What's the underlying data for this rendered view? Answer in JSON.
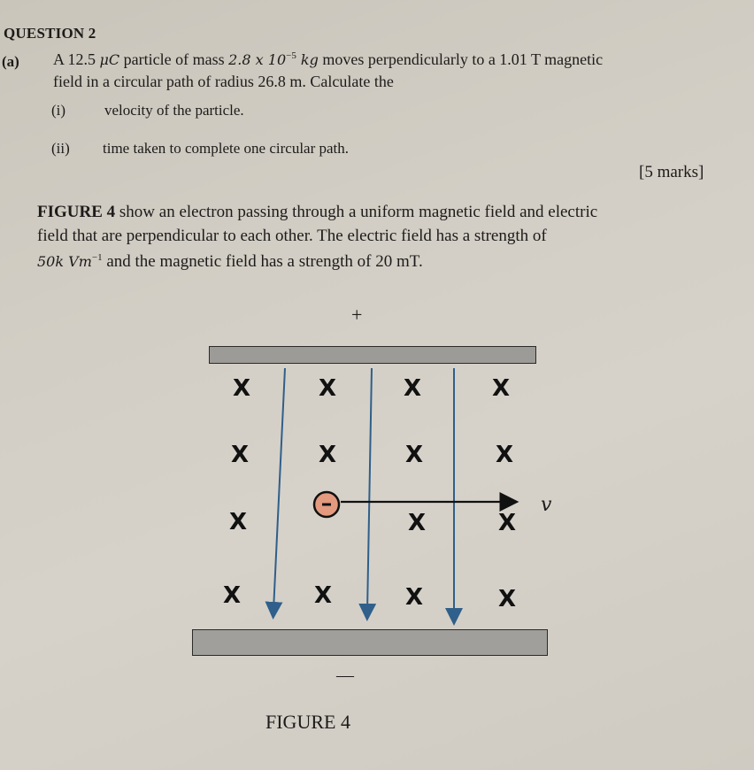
{
  "question": {
    "title": "QUESTION 2",
    "part_a": {
      "label": "(a)",
      "line1_pre": "A 12.5 ",
      "line1_unit_charge": "μC",
      "line1_mid": " particle of mass ",
      "line1_mass": "2.8 x 10",
      "line1_mass_exp": "−5",
      "line1_mass_unit": " kg",
      "line1_post": " moves perpendicularly to a 1.01 T magnetic",
      "line2": "field in a circular path of radius 26.8 m. Calculate the",
      "subparts": [
        {
          "num": "(i)",
          "text": "velocity of the particle."
        },
        {
          "num": "(ii)",
          "text": "time taken to complete one circular path."
        }
      ],
      "marks": "[5 marks]"
    },
    "part_b": {
      "line1_bold": "FIGURE 4",
      "line1_rest": " show an electron passing through a uniform magnetic field and electric",
      "line2": "field that are perpendicular to each other. The electric field has a strength of",
      "line3_math": "50k Vm",
      "line3_exp": "−1",
      "line3_rest": " and the magnetic field has a strength of 20 mT."
    }
  },
  "figure": {
    "top_plate_sign": "+",
    "bottom_plate_sign": "—",
    "field_symbol": "X",
    "electron_sign": "−",
    "velocity_label": "v",
    "caption": "FIGURE 4",
    "colors": {
      "plate": "#9c9b97",
      "field_line": "#2f5f8a",
      "electron_fill": "#e39a7e",
      "paper": "#d2cec5"
    }
  }
}
